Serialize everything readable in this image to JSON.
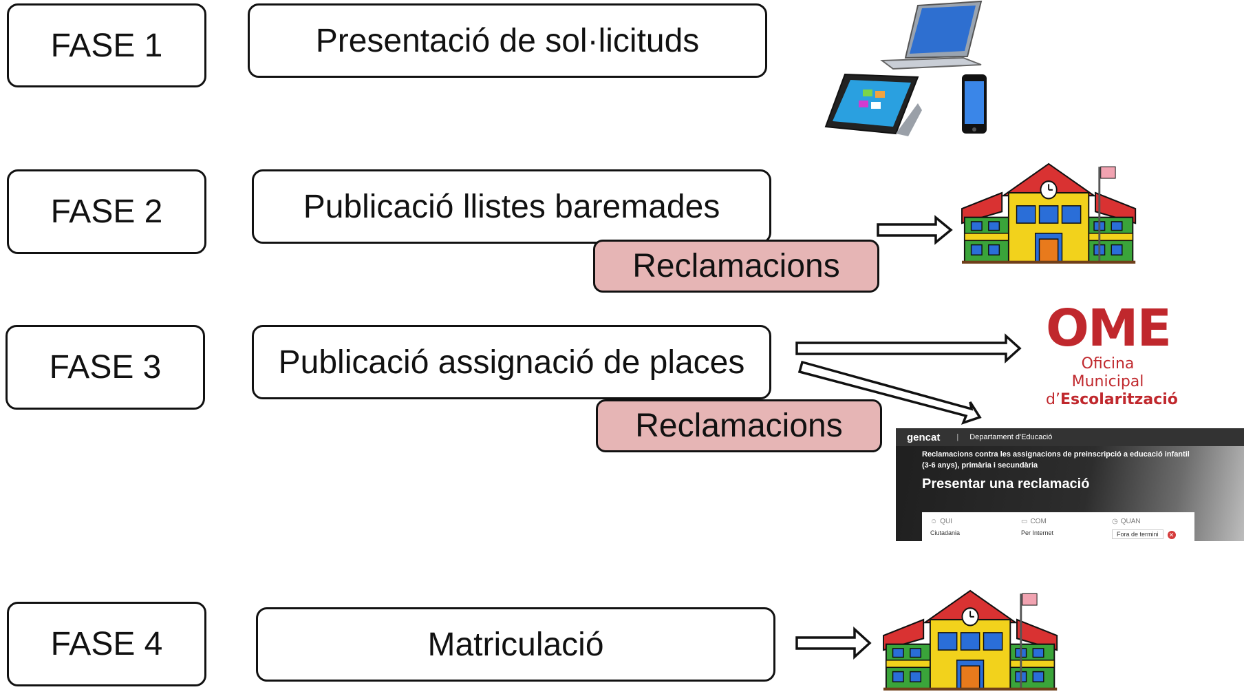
{
  "phases": [
    {
      "label": "FASE 1",
      "step": "Presentació de sol·licituds"
    },
    {
      "label": "FASE 2",
      "step": "Publicació llistes baremades",
      "claim": "Reclamacions"
    },
    {
      "label": "FASE 3",
      "step": "Publicació assignació de places",
      "claim": "Reclamacions"
    },
    {
      "label": "FASE 4",
      "step": "Matriculació"
    }
  ],
  "colors": {
    "claim_fill": "#e6b5b5",
    "ome_red": "#c0282d"
  },
  "icons": [
    "laptop-icon",
    "tablet-icon",
    "smartphone-icon",
    "school-building-icon",
    "arrow-icon"
  ],
  "ome": {
    "title": "OME",
    "line1": "Oficina Municipal",
    "line2_prefix": "d’",
    "line2_bold": "Escolarització"
  },
  "gencat": {
    "logo": "gencat",
    "separator": "|",
    "department": "Departament d'Educació",
    "subtitle": "Reclamacions contra les assignacions de preinscripció a educació infantil (3-6 anys), primària i secundària",
    "title": "Presentar una reclamació",
    "cols": [
      {
        "head": "QUI",
        "value": "Ciutadania"
      },
      {
        "head": "COM",
        "value": "Per Internet"
      },
      {
        "head": "QUAN",
        "value": "Fora de termini"
      }
    ]
  }
}
